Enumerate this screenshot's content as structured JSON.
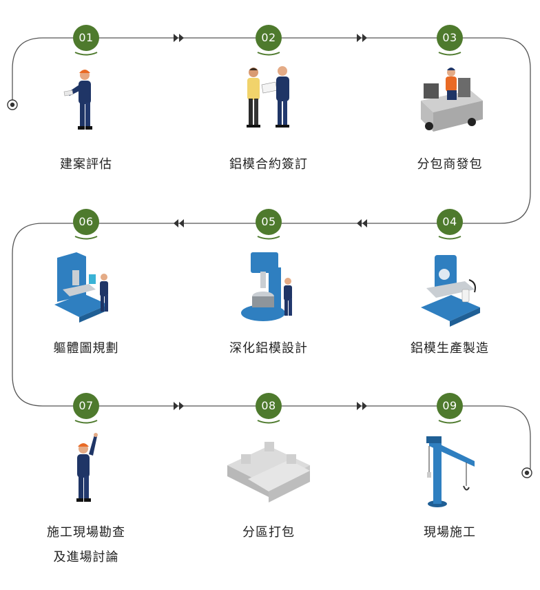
{
  "steps": [
    {
      "num": "01",
      "label": "建案評估"
    },
    {
      "num": "02",
      "label": "鋁模合約簽訂"
    },
    {
      "num": "03",
      "label": "分包商發包"
    },
    {
      "num": "04",
      "label": "鋁模生產製造"
    },
    {
      "num": "05",
      "label": "深化鋁模設計"
    },
    {
      "num": "06",
      "label": "軀體圖規劃"
    },
    {
      "num": "07",
      "label_line1": "施工現場勘查",
      "label_line2": "及進場討論"
    },
    {
      "num": "08",
      "label": "分區打包"
    },
    {
      "num": "09",
      "label": "現場施工"
    }
  ],
  "colors": {
    "badge": "#4e7a2d",
    "line": "#555555",
    "machine": "#2f7fc0",
    "worker": "#1f3566"
  },
  "icons": {
    "arrow_forward": "double-chevron-right-icon",
    "arrow_back": "double-chevron-left-icon",
    "start": "start-dot-icon",
    "end": "end-dot-icon"
  }
}
